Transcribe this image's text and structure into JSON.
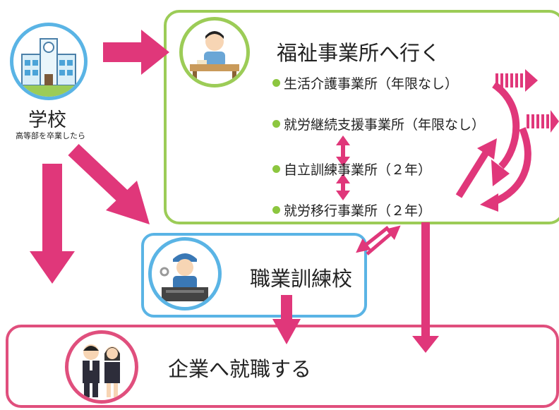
{
  "school": {
    "label": "学校",
    "caption": "高等部を卒業したら"
  },
  "welfare": {
    "title": "福祉事業所へ行く",
    "items": [
      {
        "label": "生活介護事業所（年限なし）"
      },
      {
        "label": "就労継続支援事業所（年限なし）"
      },
      {
        "label": "自立訓練事業所（２年）"
      },
      {
        "label": "就労移行事業所（２年）"
      }
    ]
  },
  "vocational_school": {
    "label": "職業訓練校"
  },
  "employment": {
    "label": "企業へ就職する"
  },
  "colors": {
    "arrow": "#e0377a",
    "welfare_border": "#9ccc57",
    "school_border": "#5ab4e5",
    "company_border": "#e04f7d",
    "bullet": "#8cc63f"
  },
  "icons": [
    "school-building-icon",
    "worker-at-desk-icon",
    "mechanic-worker-icon",
    "business-people-icon"
  ]
}
